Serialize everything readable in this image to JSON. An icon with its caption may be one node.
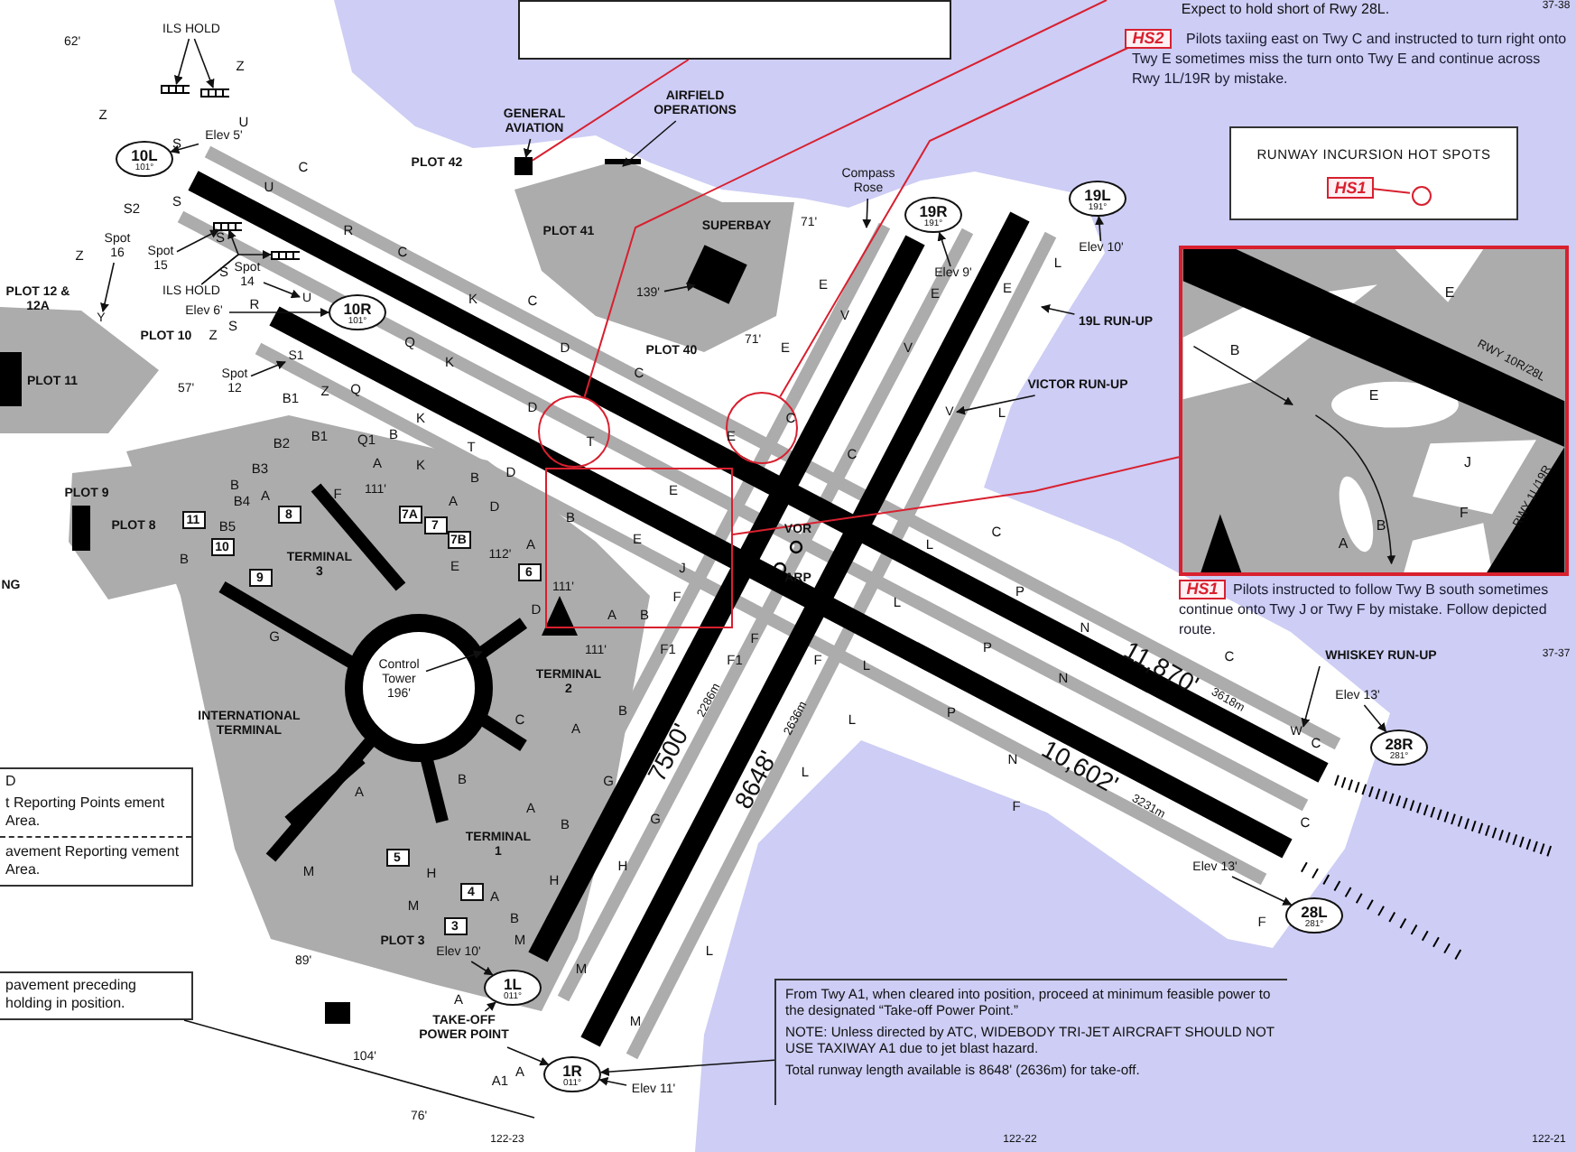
{
  "diagram": {
    "nodes": [
      {
        "text": [],
        "shape": "box"
      },
      {
        "text": [
          "HS2"
        ],
        "beside": [
          "Pilots taxiing east on Twy C and instructed to turn right onto Twy E sometimes miss the turn onto Twy E and continue across Rwy 1L/19R by mistake."
        ]
      },
      {
        "text": [
          "RUNWAY INCURSION HOT SPOTS"
        ]
      },
      {
        "text": [
          "HS1"
        ],
        "in": 2
      },
      {
        "text": [],
        "shape": "circle",
        "in": 2
      },
      {
        "text": [],
        "shape": "circle"
      },
      {
        "text": [],
        "shape": "circle"
      },
      {
        "text": [],
        "shape": "box"
      },
      {
        "text": [
          "E",
          "B",
          "E",
          "J",
          "F",
          "B",
          "A",
          "RWY 10R/28L",
          "RWY 1L/19R"
        ]
      },
      {
        "text": [
          "HS1"
        ],
        "beside": [
          "Pilots instructed to follow Twy B south sometimes continue onto Twy J or Twy F by mistake. Follow depicted route."
        ]
      },
      {
        "text": [
          "From Twy A1, when cleared into position, proceed at minimum feasible power to the designated “Take-off Power Point.”",
          "NOTE: Unless directed by ATC, WIDEBODY TRI-JET AIRCRAFT SHOULD NOT USE TAXIWAY A1 due to jet blast hazard.",
          "Total runway length available is 8648' (2636m) for take-off."
        ]
      },
      {
        "text": [
          "D",
          "t Reporting Points ement Area.",
          "avement Reporting vement Area."
        ]
      },
      {
        "text": [
          "pavement preceding holding in position."
        ]
      },
      {
        "text": [
          "TAKE-OFF POWER POINT"
        ]
      },
      {
        "text": [
          "10L",
          "101°"
        ]
      },
      {
        "text": [
          "10R",
          "101°"
        ]
      },
      {
        "text": [
          "19R",
          "191°"
        ]
      },
      {
        "text": [
          "19L",
          "191°"
        ]
      },
      {
        "text": [
          "28R",
          "281°"
        ]
      },
      {
        "text": [
          "28L",
          "281°"
        ]
      },
      {
        "text": [
          "1L",
          "011°"
        ]
      },
      {
        "text": [
          "1R",
          "011°"
        ]
      },
      {
        "text": [
          "11"
        ]
      },
      {
        "text": [
          "10"
        ]
      },
      {
        "text": [
          "9"
        ]
      },
      {
        "text": [
          "8"
        ]
      },
      {
        "text": [
          "7A"
        ]
      },
      {
        "text": [
          "7"
        ]
      },
      {
        "text": [
          "7B"
        ]
      },
      {
        "text": [
          "6"
        ]
      },
      {
        "text": [
          "5"
        ]
      },
      {
        "text": [
          "4"
        ]
      },
      {
        "text": [
          "3"
        ]
      },
      {
        "text": [
          "GENERAL AVIATION"
        ]
      },
      {
        "text": [
          "AIRFIELD OPERATIONS"
        ]
      },
      {
        "text": [
          "Compass Rose"
        ]
      },
      {
        "text": [
          "139'"
        ]
      },
      {
        "text": [
          "Elev 9'"
        ]
      },
      {
        "text": [
          "Elev 10'"
        ]
      },
      {
        "text": [
          "19L RUN-UP"
        ]
      },
      {
        "text": [
          "VICTOR RUN-UP"
        ]
      },
      {
        "text": [
          "WHISKEY RUN-UP"
        ]
      },
      {
        "text": [
          "Elev 13'"
        ]
      },
      {
        "text": [
          "Elev 13'"
        ]
      },
      {
        "text": [
          "Elev 11'"
        ]
      },
      {
        "text": [
          "Elev 10'"
        ]
      },
      {
        "text": [
          "Control Tower 196'"
        ]
      },
      {
        "text": [
          "Elev 5'"
        ]
      },
      {
        "text": [
          "Elev 6'"
        ]
      },
      {
        "text": [
          "ILS HOLD"
        ]
      },
      {
        "text": [
          "ILS HOLD"
        ]
      },
      {
        "text": [
          "Spot 15"
        ]
      },
      {
        "text": [
          "Spot 14"
        ]
      },
      {
        "text": [
          "Spot 12"
        ]
      },
      {
        "text": [
          "Spot 16"
        ]
      },
      {
        "text": [],
        "shape": "box"
      },
      {
        "text": [
          "V"
        ]
      },
      {
        "text": [
          "W"
        ]
      },
      {
        "text": [],
        "shape": "bar"
      },
      {
        "text": [],
        "shape": "bar"
      },
      {
        "text": [],
        "shape": "bar"
      },
      {
        "text": [],
        "shape": "bar"
      },
      {
        "text": [
          "U"
        ]
      },
      {
        "text": [
          "S1"
        ]
      },
      {
        "text": [
          "Y"
        ]
      }
    ],
    "edges": [
      {
        "from": 0,
        "to": 55,
        "arrow": "none",
        "color": "#d8202f"
      },
      {
        "from": null,
        "to": 5,
        "arrow": "none",
        "color": "#d8202f"
      },
      {
        "from": 1,
        "to": 6,
        "arrow": "none",
        "color": "#d8202f"
      },
      {
        "from": 3,
        "to": 4,
        "arrow": "none",
        "color": "#d8202f"
      },
      {
        "from": 7,
        "to": 8,
        "arrow": "none",
        "color": "#d8202f"
      },
      {
        "from": 10,
        "to": 21,
        "arrow": "to"
      },
      {
        "from": 12,
        "to": null,
        "arrow": "none"
      },
      {
        "from": 13,
        "to": 20,
        "arrow": "to"
      },
      {
        "from": 13,
        "to": 21,
        "arrow": "to"
      },
      {
        "from": 33,
        "to": 55,
        "arrow": "to"
      },
      {
        "from": 34,
        "to": null,
        "arrow": "to"
      },
      {
        "from": 35,
        "to": null,
        "arrow": "to"
      },
      {
        "from": 36,
        "to": null,
        "arrow": "to"
      },
      {
        "from": 37,
        "to": 16,
        "arrow": "to"
      },
      {
        "from": 38,
        "to": 17,
        "arrow": "to"
      },
      {
        "from": 39,
        "to": null,
        "arrow": "to"
      },
      {
        "from": 40,
        "to": 56,
        "arrow": "to"
      },
      {
        "from": 41,
        "to": 57,
        "arrow": "to"
      },
      {
        "from": 42,
        "to": 18,
        "arrow": "to"
      },
      {
        "from": 43,
        "to": 19,
        "arrow": "to"
      },
      {
        "from": 44,
        "to": 21,
        "arrow": "to"
      },
      {
        "from": 45,
        "to": 20,
        "arrow": "to"
      },
      {
        "from": 46,
        "to": null,
        "arrow": "to"
      },
      {
        "from": 47,
        "to": 14,
        "arrow": "to"
      },
      {
        "from": 48,
        "to": 15,
        "arrow": "to"
      },
      {
        "from": 49,
        "to": 58,
        "arrow": "to"
      },
      {
        "from": 49,
        "to": 59,
        "arrow": "to"
      },
      {
        "from": 50,
        "to": 61,
        "arrow": "to"
      },
      {
        "from": 51,
        "to": 60,
        "arrow": "to"
      },
      {
        "from": 52,
        "to": 62,
        "arrow": "to"
      },
      {
        "from": 53,
        "to": 63,
        "arrow": "to"
      },
      {
        "from": 54,
        "to": 64,
        "arrow": "to"
      },
      {
        "from": 50,
        "to": 60,
        "arrow": "to"
      }
    ],
    "labels": [
      "Expect to hold short of Rwy 28L.",
      "37-38",
      "62'",
      "Z",
      "Z",
      "U",
      "S",
      "PLOT 42",
      "C",
      "U",
      "S",
      "S2",
      "R",
      "PLOT 41",
      "SUPERBAY",
      "71'",
      "S",
      "C",
      "Z",
      "S",
      "E",
      "E",
      "E",
      "L",
      "R",
      "K",
      "C",
      "PLOT 12 & 12A",
      "V",
      "PLOT 10",
      "Z",
      "S",
      "Q",
      "D",
      "PLOT 40",
      "71'",
      "E",
      "V",
      "K",
      "C",
      "PLOT 11",
      "57'",
      "Z",
      "Q",
      "B1",
      "D",
      "L",
      "K",
      "C",
      "B",
      "B1",
      "Q1",
      "T",
      "E",
      "B2",
      "T",
      "C",
      "A",
      "K",
      "B3",
      "D",
      "B",
      "B",
      "E",
      "PLOT 9",
      "F",
      "111'",
      "B4",
      "A",
      "A",
      "D",
      "B",
      "PLOT 8",
      "B5",
      "VOR",
      "C",
      "E",
      "A",
      "L",
      "112'",
      "B",
      "TERMINAL 3",
      "E",
      "ARP",
      "J",
      "NG",
      "111'",
      "P",
      "F",
      "L",
      "D",
      "A",
      "B",
      "N",
      "G",
      "F",
      "P",
      "111'",
      "F1",
      "37-37",
      "C",
      "F1",
      "F",
      "L",
      "N",
      "11,870'",
      "3618m",
      "TERMINAL 2",
      "B",
      "P",
      "L",
      "C",
      "INTERNATIONAL TERMINAL",
      "A",
      "7500'",
      "2286m",
      "8648'",
      "2636m",
      "C",
      "N",
      "L",
      "10,602'",
      "3231m",
      "G",
      "A",
      "B",
      "F",
      "A",
      "G",
      "C",
      "B",
      "TERMINAL 1",
      "H",
      "M",
      "H",
      "H",
      "A",
      "M",
      "B",
      "F",
      "M",
      "PLOT 3",
      "L",
      "89'",
      "M",
      "A",
      "M",
      "A",
      "104'",
      "A1",
      "76'",
      "122-23",
      "122-22",
      "122-21"
    ]
  }
}
